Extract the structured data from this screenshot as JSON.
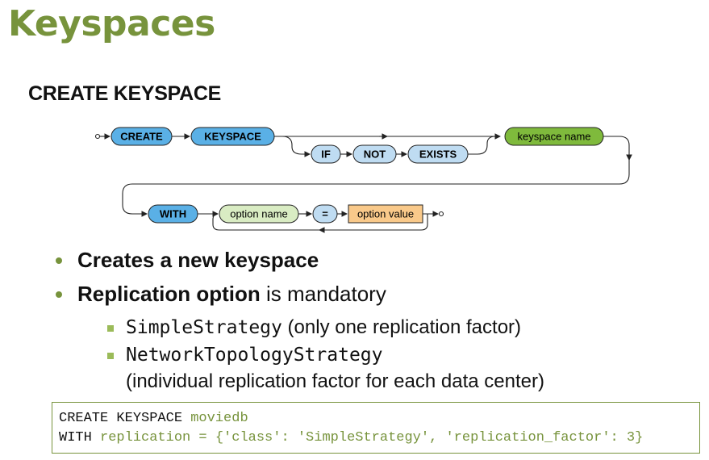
{
  "title": "Keyspaces",
  "subtitle": "CREATE KEYSPACE",
  "diagram": {
    "nodes": {
      "create": "CREATE",
      "keyspace": "KEYSPACE",
      "if": "IF",
      "not": "NOT",
      "exists": "EXISTS",
      "keyspace_name": "keyspace name",
      "with": "WITH",
      "option_name": "option name",
      "equals": "=",
      "option_value": "option value"
    },
    "colors": {
      "keyword": "#5ab0e6",
      "keyword_light": "#bfdcf2",
      "identifier": "#7fba3c",
      "identifier_light": "#d9ecc3",
      "value": "#f9c98a"
    }
  },
  "bullets": [
    {
      "bold": "Creates a new keyspace",
      "rest": ""
    },
    {
      "bold": "Replication option",
      "rest": " is mandatory"
    }
  ],
  "sub_bullets": [
    {
      "code": "SimpleStrategy",
      "text": " (only one replication factor)"
    },
    {
      "code": "NetworkTopologyStrategy",
      "text": "",
      "continuation": "(individual replication factor for each data center)"
    }
  ],
  "code": {
    "line1_kw": "CREATE KEYSPACE ",
    "line1_rest": "moviedb",
    "line2_kw": "WITH ",
    "line2_rest": "replication = {'class': 'SimpleStrategy', 'replication_factor': 3}"
  }
}
